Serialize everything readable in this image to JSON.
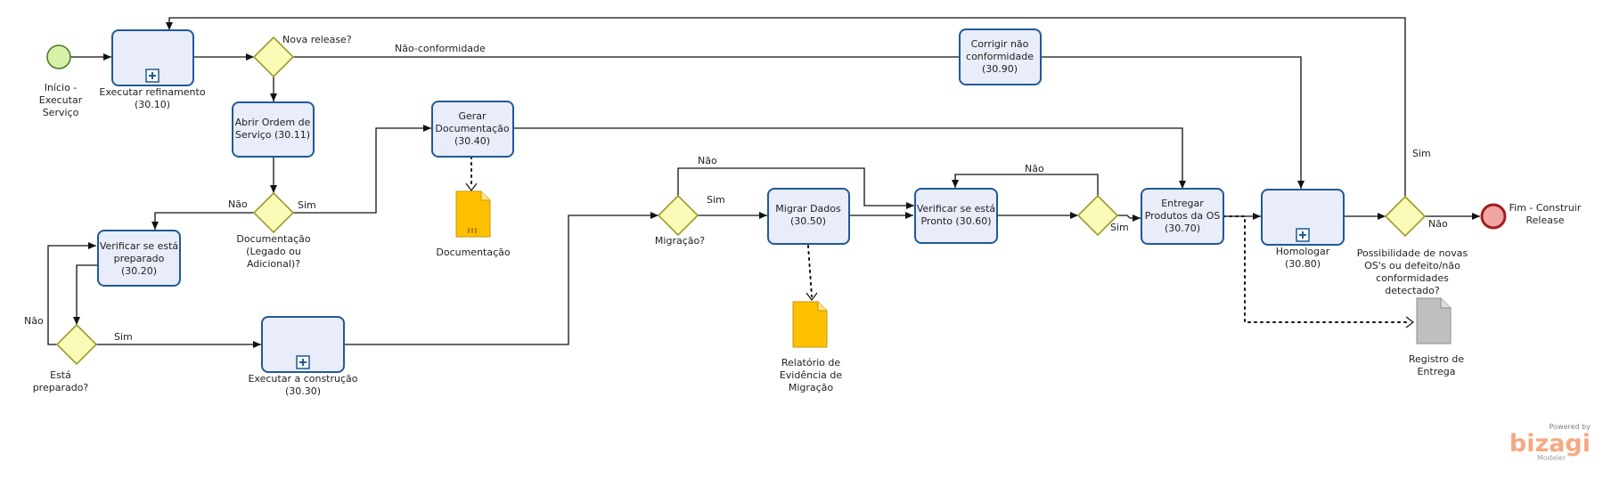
{
  "events": {
    "start": [
      "Início -",
      "Executar",
      "Serviço"
    ],
    "end": [
      "Fim - Construir",
      "Release"
    ]
  },
  "tasks": {
    "refinamento": [
      "Executar refinamento",
      "(30.10)"
    ],
    "abrir_os": [
      "Abrir Ordem de",
      "Serviço (30.11)"
    ],
    "verificar_preparado": [
      "Verificar se está",
      "preparado",
      "(30.20)"
    ],
    "construcao": [
      "Executar a construção",
      "(30.30)"
    ],
    "gerar_doc": [
      "Gerar",
      "Documentação",
      "(30.40)"
    ],
    "migrar": [
      "Migrar Dados",
      "(30.50)"
    ],
    "verificar_pronto": [
      "Verificar se está",
      "Pronto (30.60)"
    ],
    "entregar": [
      "Entregar",
      "Produtos da OS",
      "(30.70)"
    ],
    "homologar": [
      "Homologar",
      "(30.80)"
    ],
    "corrigir": [
      "Corrigir não",
      "conformidade",
      "(30.90)"
    ]
  },
  "gateways": {
    "nova_release": [
      "Nova release?"
    ],
    "documentacao": [
      "Documentação",
      "(Legado ou",
      "Adicional)?"
    ],
    "esta_preparado": [
      "Está",
      "preparado?"
    ],
    "migracao": [
      "Migração?"
    ],
    "possibilidade": [
      "Possibilidade de novas",
      "OS's ou defeito/não",
      "conformidades",
      "detectado?"
    ]
  },
  "artifacts": {
    "documentacao": [
      "Documentação"
    ],
    "relatorio": [
      "Relatório de",
      "Evidência de",
      "Migração"
    ],
    "registro": [
      "Registro de",
      "Entrega"
    ]
  },
  "flow_labels": {
    "nao_conformidade": "Não-conformidade",
    "nao": "Não",
    "sim": "Sim"
  },
  "watermark": {
    "powered": "Powered by",
    "brand": "bizagi",
    "product": "Modeler"
  },
  "colors": {
    "task_fill": "#e9ecf9",
    "task_border": "#1f5a96",
    "start_fill": "#d8f0a8",
    "start_stroke": "#3d7a1f",
    "end_fill": "#f0a4a4",
    "end_stroke": "#a01e1e",
    "gateway_fill": "#fbfbb8",
    "gateway_stroke": "#9b9b2a",
    "doc_fill": "#ffc000",
    "doc_gray": "#bfbfbf",
    "brand": "#f28d59"
  }
}
